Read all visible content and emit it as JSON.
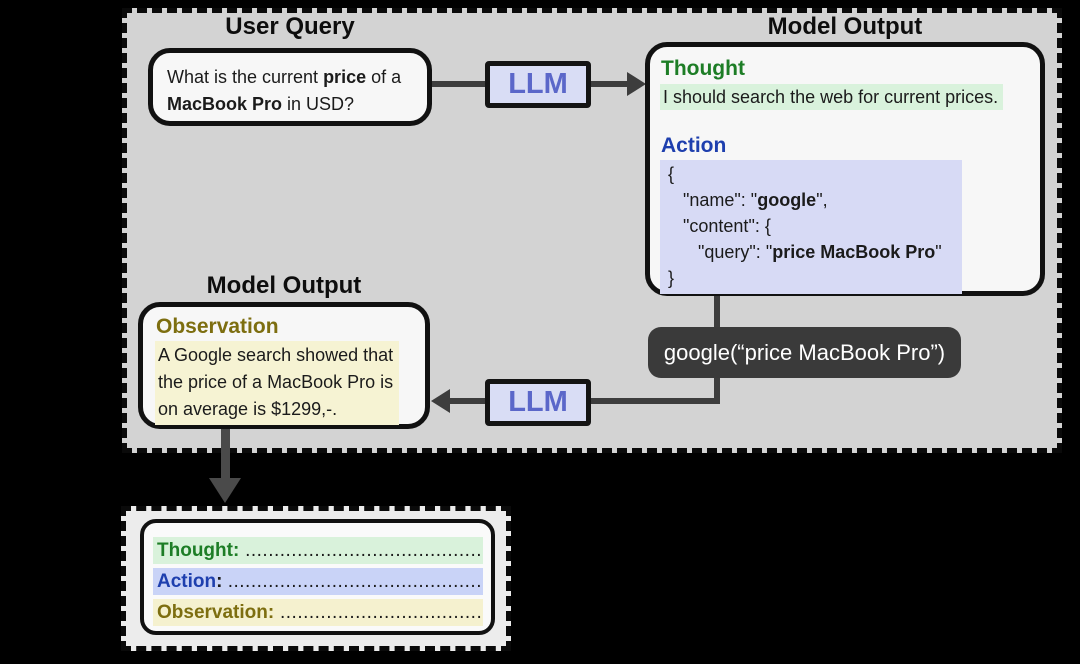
{
  "titles": {
    "user_query": "User Query",
    "model_output_right": "Model Output",
    "model_output_left": "Model Output"
  },
  "user_query": {
    "p1": "What is the current ",
    "p2": "price",
    "p3": " of a",
    "p4": "MacBook Pro",
    "p5": " in USD?"
  },
  "llm_top": {
    "label": "LLM"
  },
  "llm_bottom": {
    "label": "LLM"
  },
  "model_output_right": {
    "thought_heading": "Thought",
    "thought_text": "I should search the web for current prices.",
    "action_heading": "Action",
    "code": {
      "l1": "{",
      "l2a": "   \"name\": \"",
      "l2b": "google",
      "l2c": "\",",
      "l3": "   \"content\": {",
      "l4a": "      \"query\": \"",
      "l4b": "price MacBook Pro",
      "l4c": "\"",
      "l5": "}"
    }
  },
  "tool_call": {
    "label": "google(“price MacBook Pro”)"
  },
  "model_output_left": {
    "observation_heading": "Observation",
    "lines": [
      "A Google search showed that",
      "the price of a MacBook Pro is",
      "on average is $1299,-."
    ]
  },
  "template_box": {
    "thought_label": "Thought:",
    "thought_dots": " ..............................................................",
    "action_label": "Action",
    "action_colon": ": ",
    "action_dots": "..............................................................",
    "observation_label": "Observation:",
    "observation_dots": " .............................................................."
  },
  "colors": {
    "panel_bg": "#d3d3d3",
    "bottom_panel_bg": "#ececec",
    "node_bg": "#f7f7f7",
    "llm_bg": "#d9ddf5",
    "llm_text": "#5b67c9",
    "thought_green": "#1d7d26",
    "thought_highlight": "#d9f2dc",
    "action_blue": "#1e3fae",
    "action_highlight": "#d7daf5",
    "observation_olive": "#7d6e10",
    "observation_highlight": "#f6f3d3",
    "tool_call_bg": "#3a3a3a",
    "connector": "#3d3d3d"
  }
}
